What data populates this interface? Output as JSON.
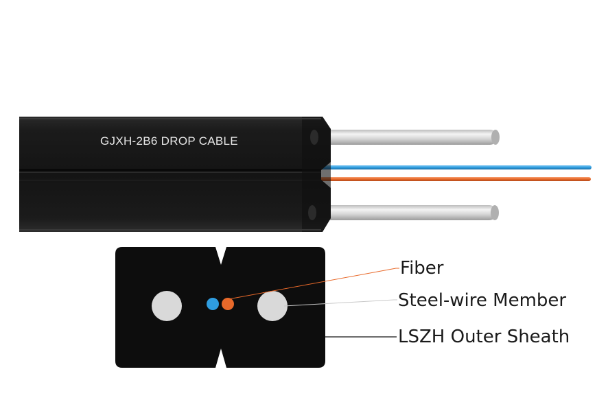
{
  "cable": {
    "print_text": "GJXH-2B6 DROP CABLE",
    "sheath_color": "#1c1c1c",
    "steel_wire_color": "#d4d4d4",
    "fiber_colors": [
      "#2f9de0",
      "#e8692a"
    ]
  },
  "cross_section": {
    "sheath_color": "#0d0d0d",
    "steel_wire_color": "#d9d9d9",
    "fiber_colors": [
      "#2f9de0",
      "#e8692a"
    ]
  },
  "labels": {
    "fiber": "Fiber",
    "steel_wire": "Steel-wire Member",
    "sheath": "LSZH Outer Sheath"
  },
  "leader_colors": {
    "fiber": "#e8692a",
    "steel_wire": "#c8c8c8",
    "sheath": "#111111"
  }
}
